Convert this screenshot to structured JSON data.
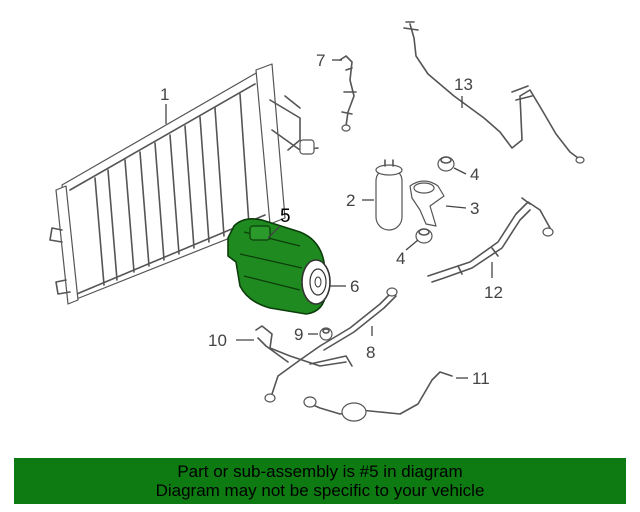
{
  "callouts": {
    "c1": "1",
    "c2": "2",
    "c3": "3",
    "c4a": "4",
    "c4b": "4",
    "c5": "5",
    "c6": "6",
    "c7": "7",
    "c8": "8",
    "c9": "9",
    "c10": "10",
    "c11": "11",
    "c12": "12",
    "c13": "13"
  },
  "banner": {
    "line1": "Part or sub-assembly is #5 in diagram",
    "line2": "Diagram may not be specific to your vehicle"
  },
  "colors": {
    "highlight": "#1f8a1f",
    "banner": "#0e7a12"
  },
  "highlighted_part": "5"
}
